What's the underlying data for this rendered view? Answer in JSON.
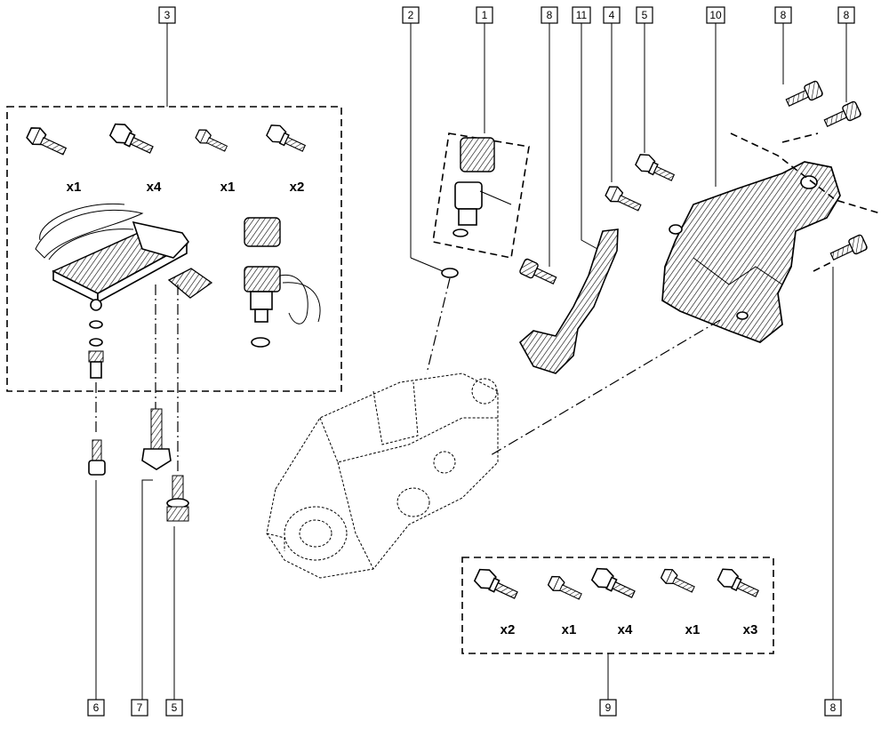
{
  "callouts": {
    "c1": "1",
    "c2": "2",
    "c3": "3",
    "c4": "4",
    "c5_top": "5",
    "c8_a": "8",
    "c11": "11",
    "c10": "10",
    "c8_b": "8",
    "c8_c": "8",
    "c6": "6",
    "c7": "7",
    "c5_bottom": "5",
    "c9": "9",
    "c8_bottom": "8"
  },
  "kit3_quantities": [
    "x1",
    "x4",
    "x1",
    "x2"
  ],
  "kit9_quantities": [
    "x2",
    "x1",
    "x4",
    "x1",
    "x3"
  ]
}
